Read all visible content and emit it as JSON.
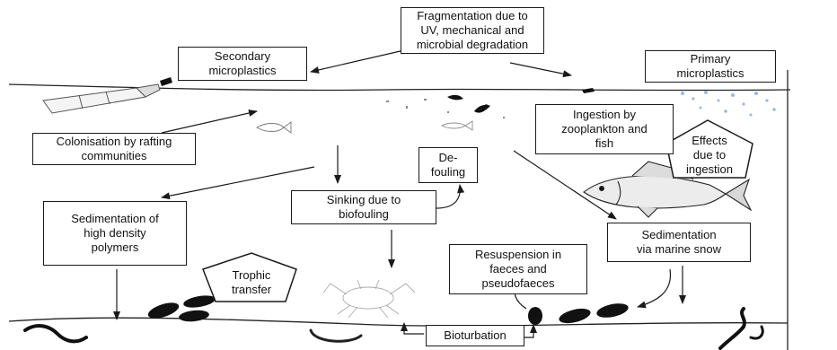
{
  "diagram": {
    "labels": {
      "fragmentation": "Fragmentation due to\nUV, mechanical and\nmicrobial degradation",
      "secondary": "Secondary\nmicroplastics",
      "primary": "Primary\nmicroplastics",
      "colonisation": "Colonisation by rafting\ncommunities",
      "ingestion": "Ingestion by\nzooplankton and\nfish",
      "effects": "Effects\ndue to\ningestion",
      "defouling": "De-\nfouling",
      "sinking": "Sinking due to\nbiofouling",
      "sedimentation_hd": "Sedimentation of\nhigh density\npolymers",
      "sedimentation_ms": "Sedimentation\nvia marine snow",
      "resuspension": "Resuspension in\nfaeces and\npseudofaeces",
      "trophic": "Trophic\ntransfer",
      "bioturbation": "Bioturbation"
    }
  }
}
